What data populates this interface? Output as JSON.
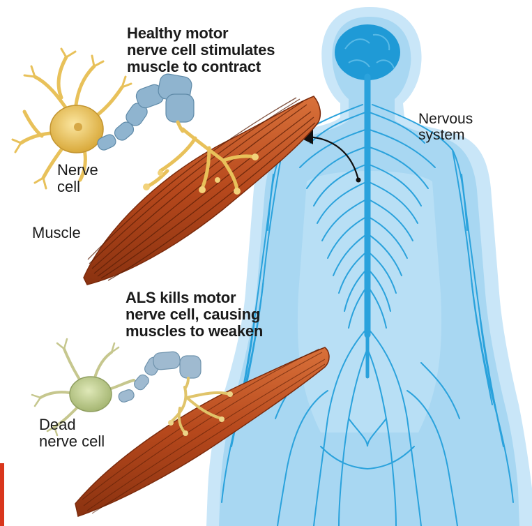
{
  "labels": {
    "healthy": [
      "Healthy motor",
      "nerve cell stimulates",
      "muscle to contract"
    ],
    "nervous_system": [
      "Nervous",
      "system"
    ],
    "nerve_cell": [
      "Nerve",
      "cell"
    ],
    "muscle": "Muscle",
    "als": [
      "ALS kills motor",
      "nerve cell, causing",
      "muscles to weaken"
    ],
    "dead_nerve_cell": [
      "Dead",
      "nerve cell"
    ]
  },
  "colors": {
    "body_halo": "#c9e6f8",
    "body_fill": "#a8d7f2",
    "nerves": "#2aa2dc",
    "brain": "#1f9ad6",
    "muscle": "#b6481c",
    "muscle_light": "#d9713a",
    "healthy_cell": "#e8c15a",
    "dead_cell": "#b9c98a",
    "myelin": "#8fb4cf",
    "edge_bar": "#d9361c"
  }
}
